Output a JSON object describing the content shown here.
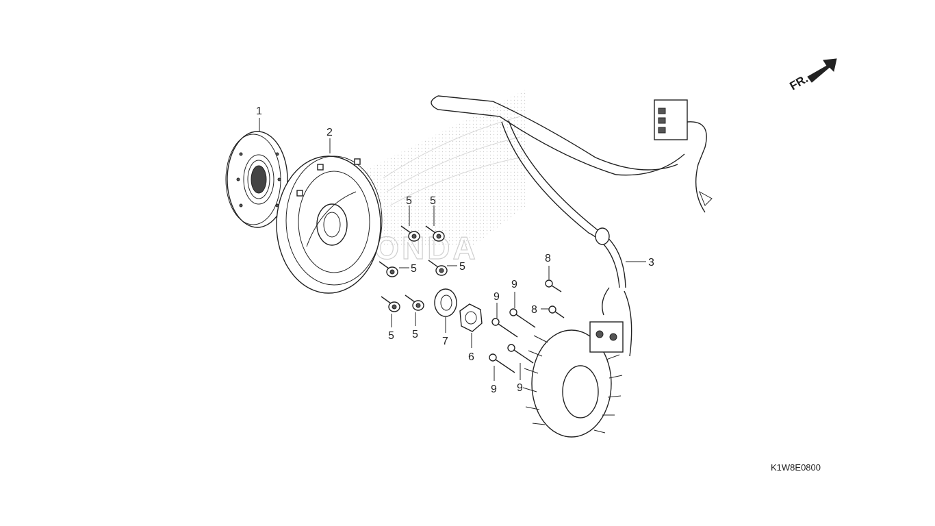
{
  "diagram": {
    "figure_code": "K1W8E0800",
    "direction_label": "FR.",
    "watermark_text": "HONDA",
    "callouts": [
      {
        "id": "c1",
        "label": "1"
      },
      {
        "id": "c2",
        "label": "2"
      },
      {
        "id": "c3",
        "label": "3"
      },
      {
        "id": "c5a",
        "label": "5"
      },
      {
        "id": "c5b",
        "label": "5"
      },
      {
        "id": "c5c",
        "label": "5"
      },
      {
        "id": "c5d",
        "label": "5"
      },
      {
        "id": "c5e",
        "label": "5"
      },
      {
        "id": "c5f",
        "label": "5"
      },
      {
        "id": "c6",
        "label": "6"
      },
      {
        "id": "c7",
        "label": "7"
      },
      {
        "id": "c8a",
        "label": "8"
      },
      {
        "id": "c8b",
        "label": "8"
      },
      {
        "id": "c9a",
        "label": "9"
      },
      {
        "id": "c9b",
        "label": "9"
      },
      {
        "id": "c9c",
        "label": "9"
      },
      {
        "id": "c9d",
        "label": "9"
      }
    ]
  }
}
